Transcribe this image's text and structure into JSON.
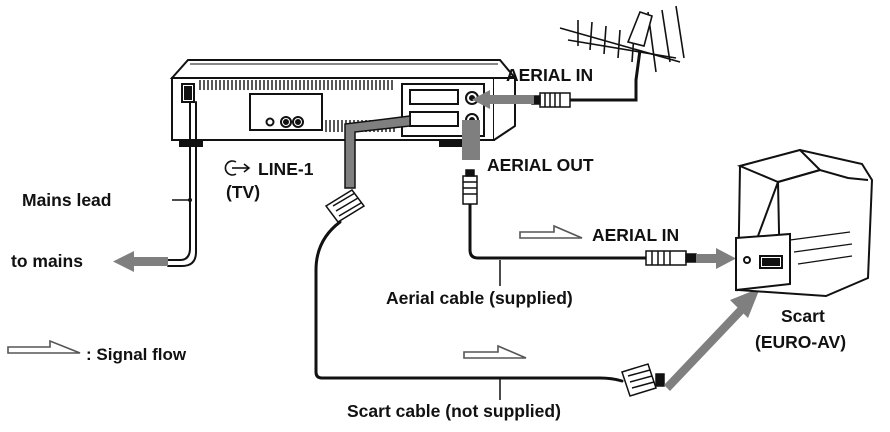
{
  "labels": {
    "aerial_in_vcr": "AERIAL IN",
    "aerial_out": "AERIAL OUT",
    "line1": "LINE-1",
    "line1_tv": "(TV)",
    "mains_lead": "Mains lead",
    "to_mains": "to mains",
    "aerial_in_tv": "AERIAL IN",
    "aerial_cable": "Aerial cable (supplied)",
    "signal_flow": ": Signal flow",
    "scart": "Scart",
    "euro_av": "(EURO-AV)",
    "scart_cable": "Scart cable (not supplied)"
  },
  "icons": {
    "line1_symbol": "input-arrow-icon",
    "antenna": "antenna-icon",
    "vcr": "vcr-rear-panel",
    "tv": "tv-rear"
  },
  "colors": {
    "line": "#111111",
    "flow_arrow": "#7f7f7f",
    "flow_outline": "#555555",
    "background": "#ffffff"
  }
}
